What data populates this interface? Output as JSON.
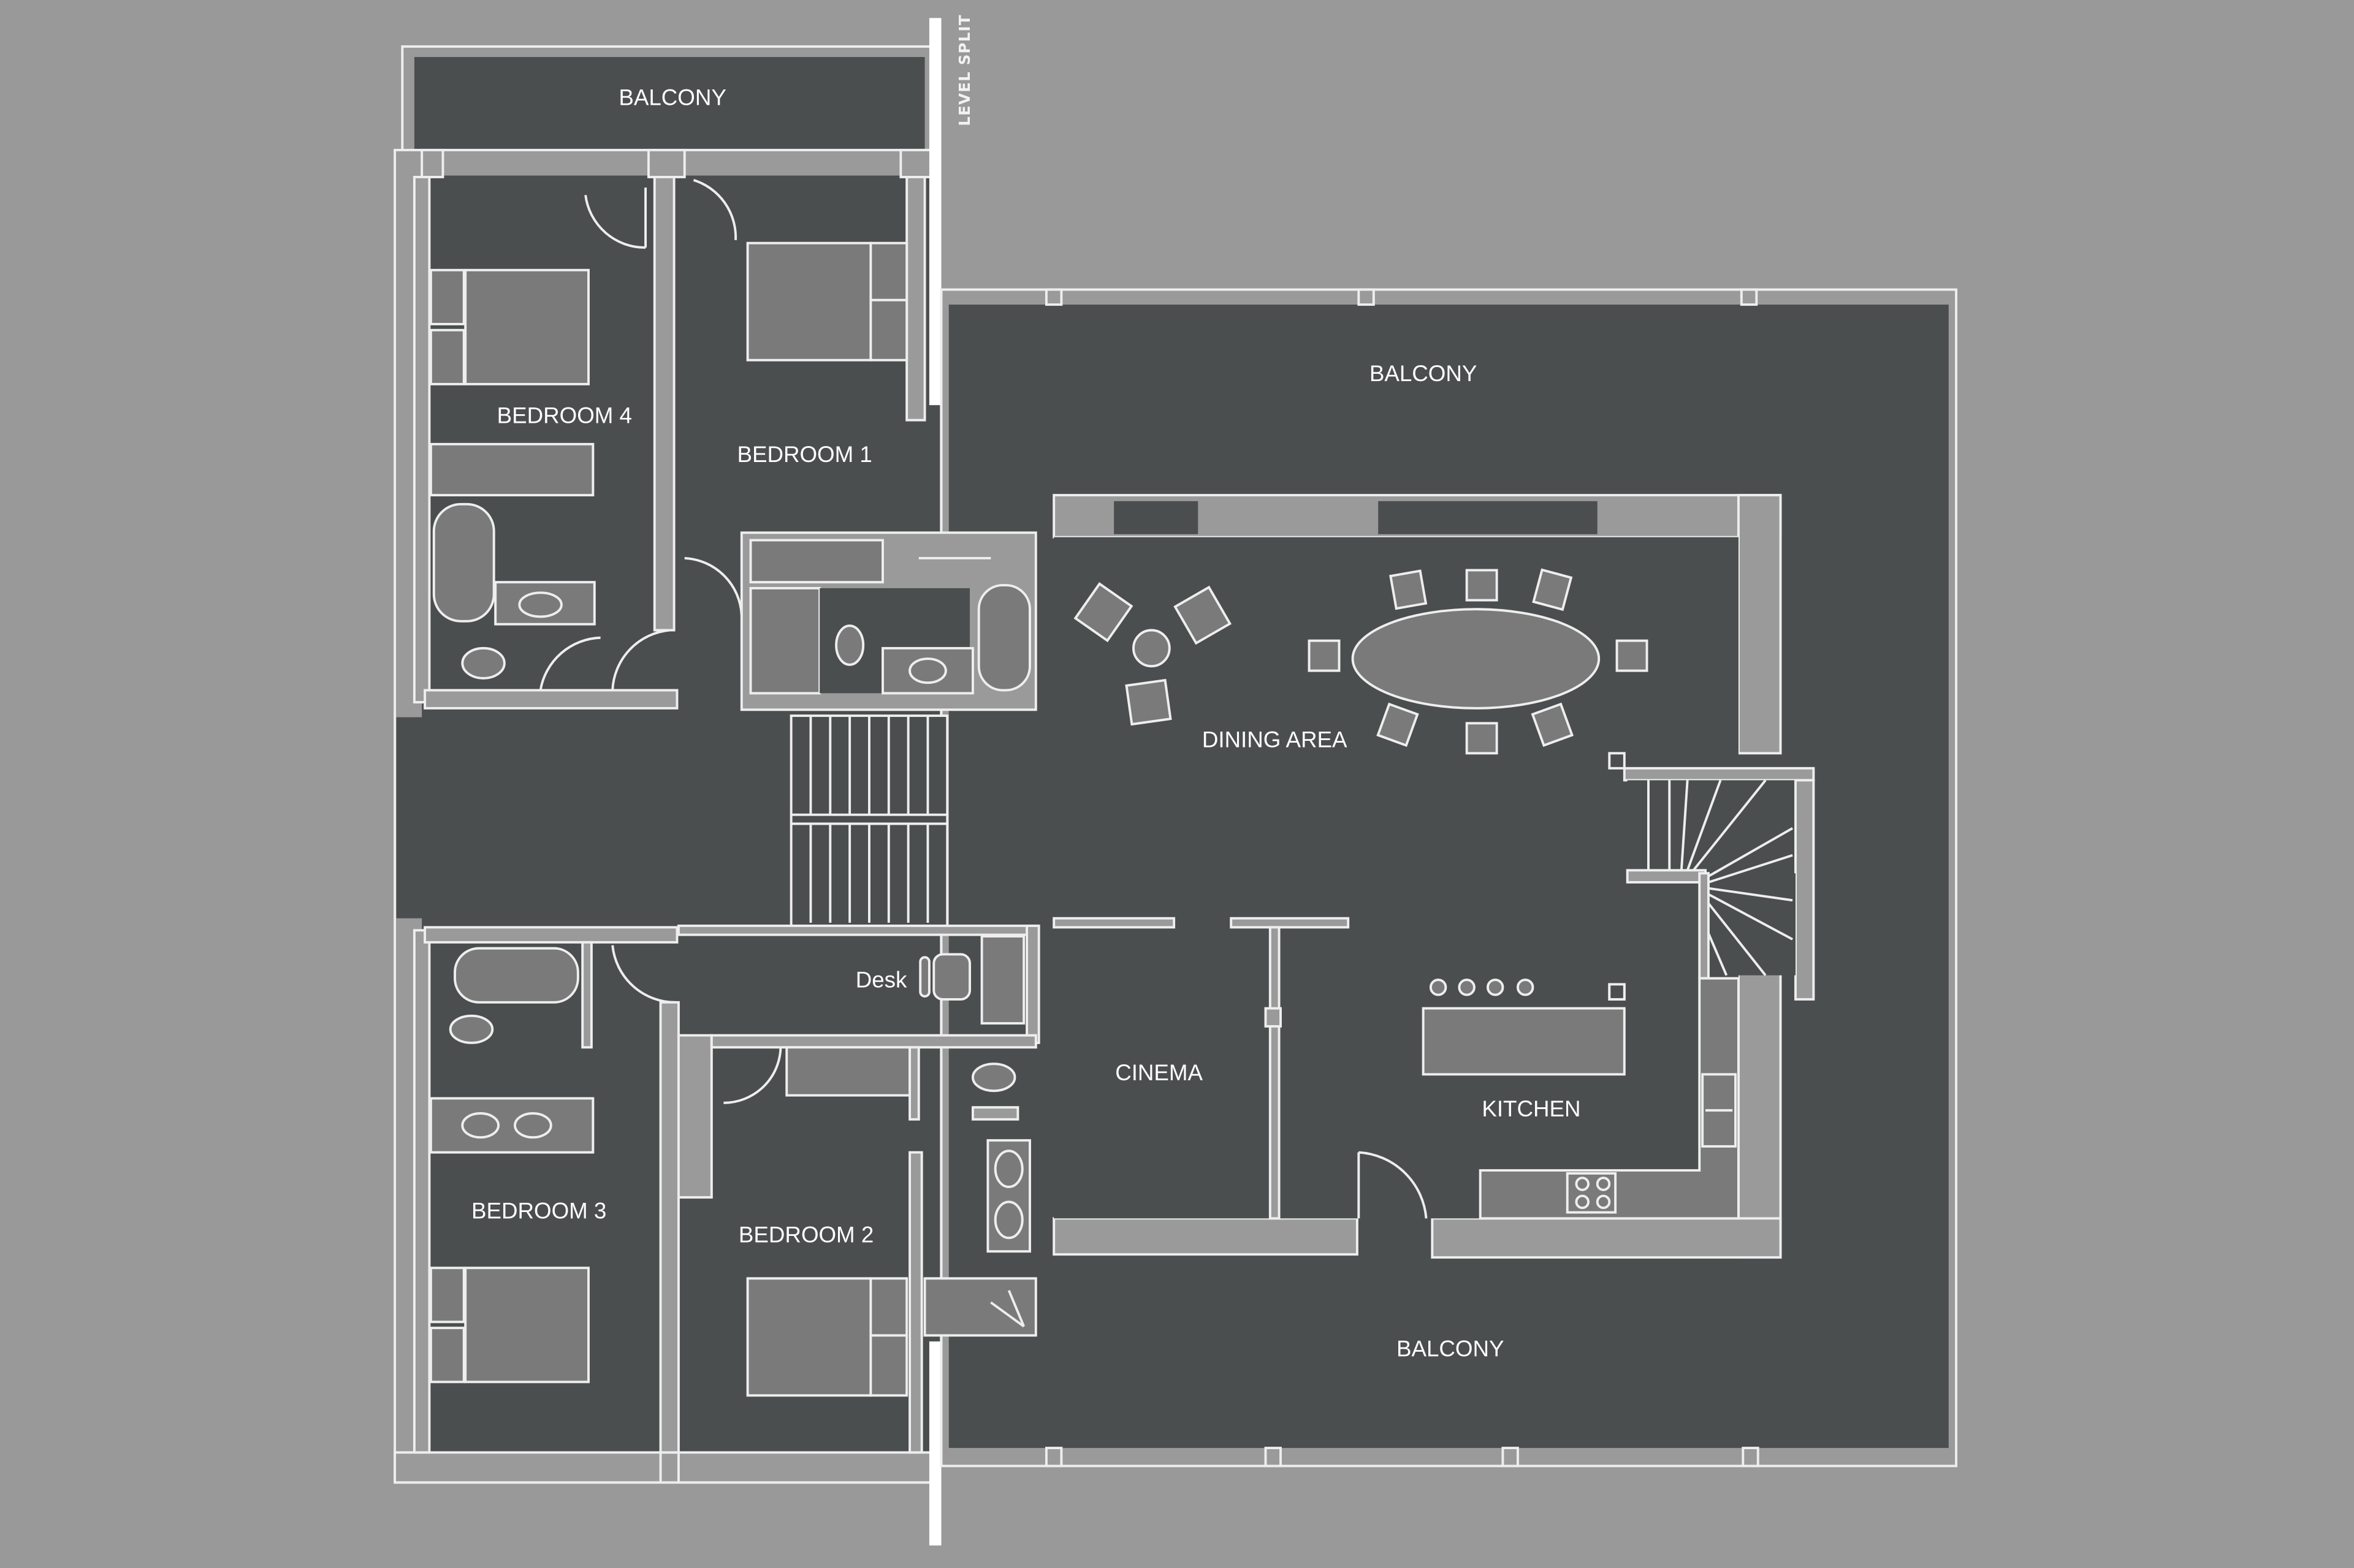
{
  "plan": {
    "title": "Floor plan",
    "background_color": "#999999",
    "floor_color": "#4b4e4f",
    "wall_color": "#9a9a9a",
    "line_color": "#eeeeee",
    "furniture_color": "#7a7a7a"
  },
  "labels": {
    "level_split": "LEVEL SPLIT",
    "balcony_top_left": "BALCONY",
    "balcony_top_right": "BALCONY",
    "balcony_bottom": "BALCONY",
    "bedroom_1": "BEDROOM 1",
    "bedroom_2": "BEDROOM 2",
    "bedroom_3": "BEDROOM 3",
    "bedroom_4": "BEDROOM 4",
    "dining_area": "DINING AREA",
    "cinema": "CINEMA",
    "kitchen": "KITCHEN",
    "desk": "Desk"
  },
  "rooms": [
    {
      "name": "Balcony",
      "position": "top-left"
    },
    {
      "name": "Bedroom 4",
      "position": "upper-left"
    },
    {
      "name": "Bedroom 1",
      "position": "upper-center"
    },
    {
      "name": "Balcony",
      "position": "top-right"
    },
    {
      "name": "Dining Area",
      "position": "center-right"
    },
    {
      "name": "Cinema",
      "position": "lower-center"
    },
    {
      "name": "Kitchen",
      "position": "lower-right"
    },
    {
      "name": "Bedroom 3",
      "position": "lower-left"
    },
    {
      "name": "Bedroom 2",
      "position": "lower-center-left"
    },
    {
      "name": "Desk",
      "position": "center"
    },
    {
      "name": "Balcony",
      "position": "bottom-right"
    }
  ]
}
